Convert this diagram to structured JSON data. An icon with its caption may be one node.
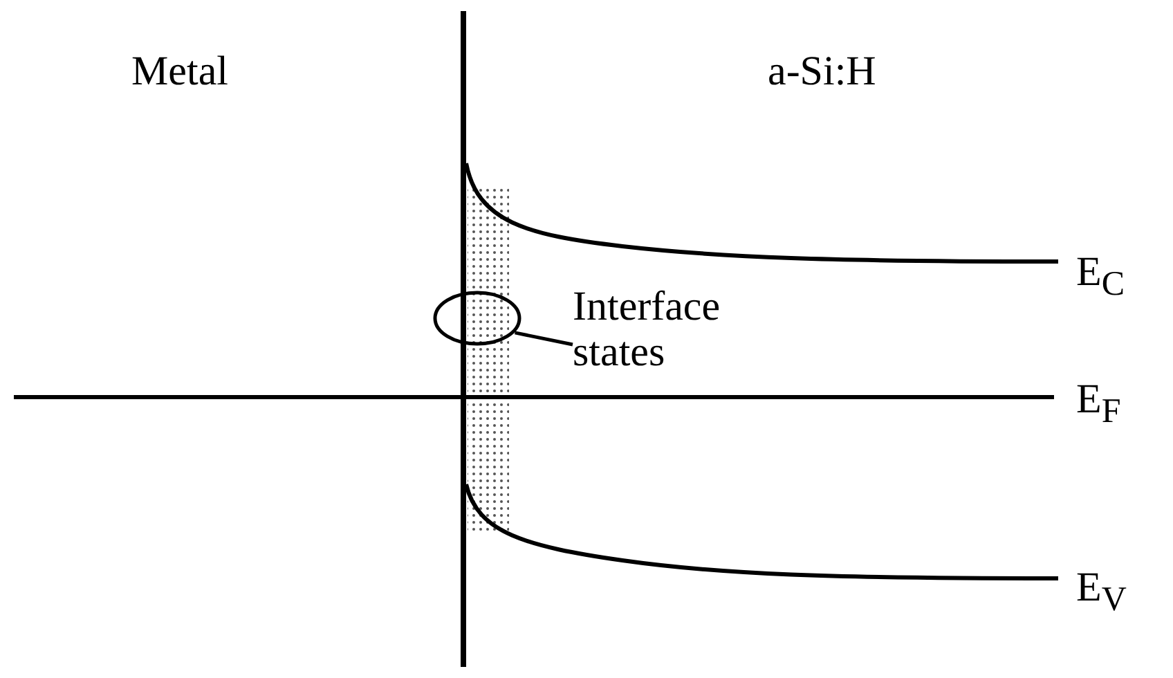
{
  "diagram": {
    "nodes": [
      {
        "text": [
          "Interface states"
        ]
      },
      {
        "text": [],
        "shape": "circle"
      }
    ],
    "edges": [
      {
        "from": 0,
        "to": 1,
        "arrow": "none"
      }
    ],
    "labels": [
      "Metal",
      "a-Si:H",
      "E$_{C}$",
      "E$_{F}$",
      "E$_{V}$"
    ]
  }
}
